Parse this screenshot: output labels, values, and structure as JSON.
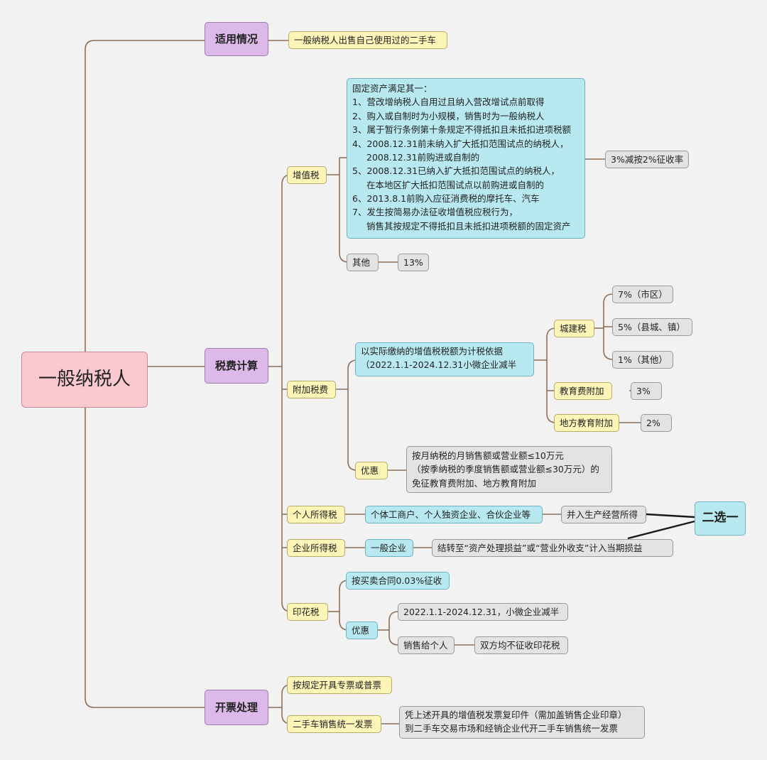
{
  "root": "一般纳税人",
  "applicable": {
    "label": "适用情况",
    "desc": "一般纳税人出售自己使用过的二手车"
  },
  "tax": {
    "label": "税费计算",
    "vat": {
      "label": "增值税",
      "conditions": [
        "固定资产满足其一：",
        "1、营改增纳税人自用过且纳入营改增试点前取得",
        "2、购入或自制时为小规模，销售时为一般纳税人",
        "3、属于暂行条例第十条规定不得抵扣且未抵扣进项税额",
        "4、2008.12.31前未纳入扩大抵扣范围试点的纳税人，",
        "2008.12.31前购进或自制的",
        "5、2008.12.31已纳入扩大抵扣范围试点的纳税人，",
        "在本地区扩大抵扣范围试点以前购进或自制的",
        "6、2013.8.1前购入应征消费税的摩托车、汽车",
        "7、发生按简易办法征收增值税应税行为，",
        "销售其按规定不得抵扣且未抵扣进项税额的固定资产"
      ],
      "rate": "3%减按2%征收率",
      "other_label": "其他",
      "other_rate": "13%"
    },
    "surcharge": {
      "label": "附加税费",
      "basis": [
        "以实际缴纳的增值税税额为计税依据",
        "（2022.1.1-2024.12.31小微企业减半"
      ],
      "urban": {
        "label": "城建税",
        "rates": [
          "7%（市区）",
          "5%（县城、镇）",
          "1%（其他）"
        ]
      },
      "education": {
        "label": "教育费附加",
        "rate": "3%"
      },
      "local_education": {
        "label": "地方教育附加",
        "rate": "2%"
      },
      "preferential_label": "优惠",
      "preferential": [
        "按月纳税的月销售额或营业额≤10万元",
        "（按季纳税的季度销售额或营业额≤30万元）的",
        "免征教育费附加、地方教育附加"
      ]
    },
    "iit": {
      "label": "个人所得税",
      "entities": "个体工商户、个人独资企业、合伙企业等",
      "treatment": "并入生产经营所得"
    },
    "cit": {
      "label": "企业所得税",
      "entity": "一般企业",
      "treatment": "结转至“资产处理损益”或“营业外收支”计入当期损益"
    },
    "choose": "二选一",
    "stamp": {
      "label": "印花税",
      "rate": "按买卖合同0.03%征收",
      "preferential_label": "优惠",
      "small": "2022.1.1-2024.12.31，小微企业减半",
      "to_individual": "销售给个人",
      "exempt": "双方均不征收印花税"
    }
  },
  "invoice": {
    "label": "开票处理",
    "item1": "按规定开具专票或普票",
    "item2_label": "二手车销售统一发票",
    "item2_desc": [
      "凭上述开具的增值税发票复印件（需加盖销售企业印章）",
      "到二手车交易市场和经销企业代开二手车销售统一发票"
    ]
  }
}
